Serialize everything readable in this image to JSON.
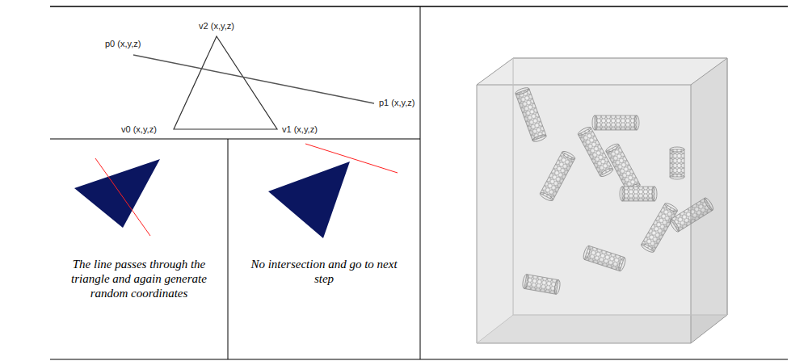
{
  "diagram": {
    "labels": [
      "v2 (x,y,z)",
      "p0 (x,y,z)",
      "p1 (x,y,z)",
      "v0 (x,y,z)",
      "v1 (x,y,z)",
      "The line passes through the triangle and again generate random coordinates",
      "No intersection and go to next step"
    ]
  }
}
